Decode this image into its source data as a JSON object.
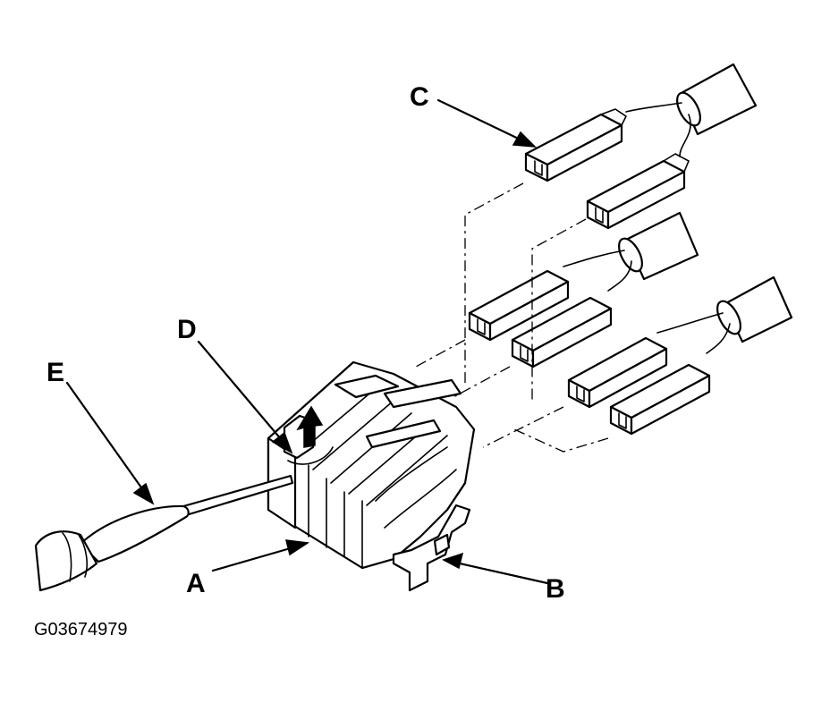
{
  "figure_id": "G03674979",
  "callouts": {
    "a": "A",
    "b": "B",
    "c": "C",
    "d": "D",
    "e": "E"
  },
  "colors": {
    "line": "#000000",
    "background": "#ffffff"
  }
}
